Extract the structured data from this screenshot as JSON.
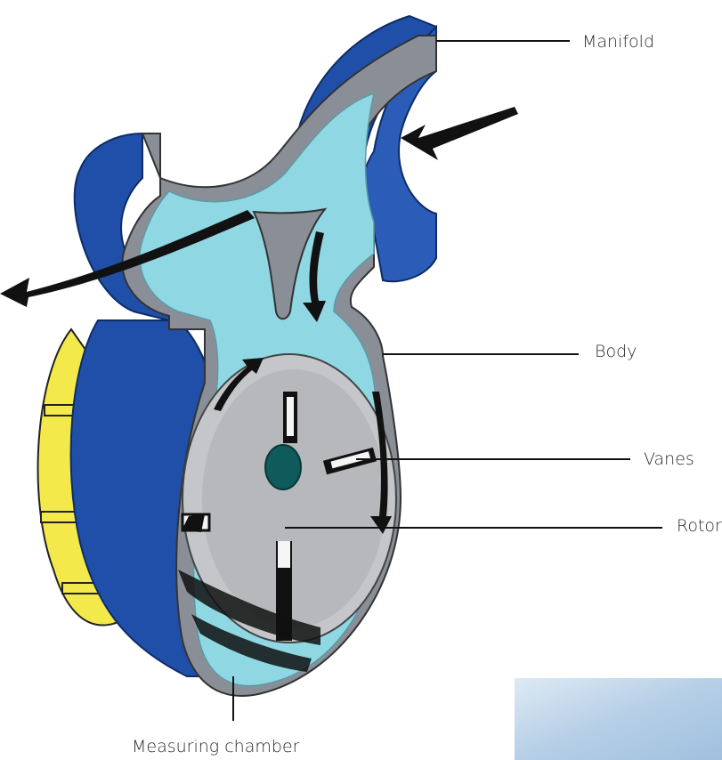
{
  "labels": {
    "manifold": "Manifold",
    "body": "Body",
    "vanes": "Vanes",
    "rotor": "Rotor",
    "measuring_chamber": "Measuring chamber"
  },
  "colors": {
    "casing_blue": "#1f4fa8",
    "casing_dark": "#143c8c",
    "fluid_cyan": "#8fd8e3",
    "wall_gray": "#8a8f97",
    "rotor_gray": "#c4c6c9",
    "hub_teal": "#0f5a5a",
    "yellow_rim": "#f3e94a",
    "arrow_black": "#111111"
  }
}
